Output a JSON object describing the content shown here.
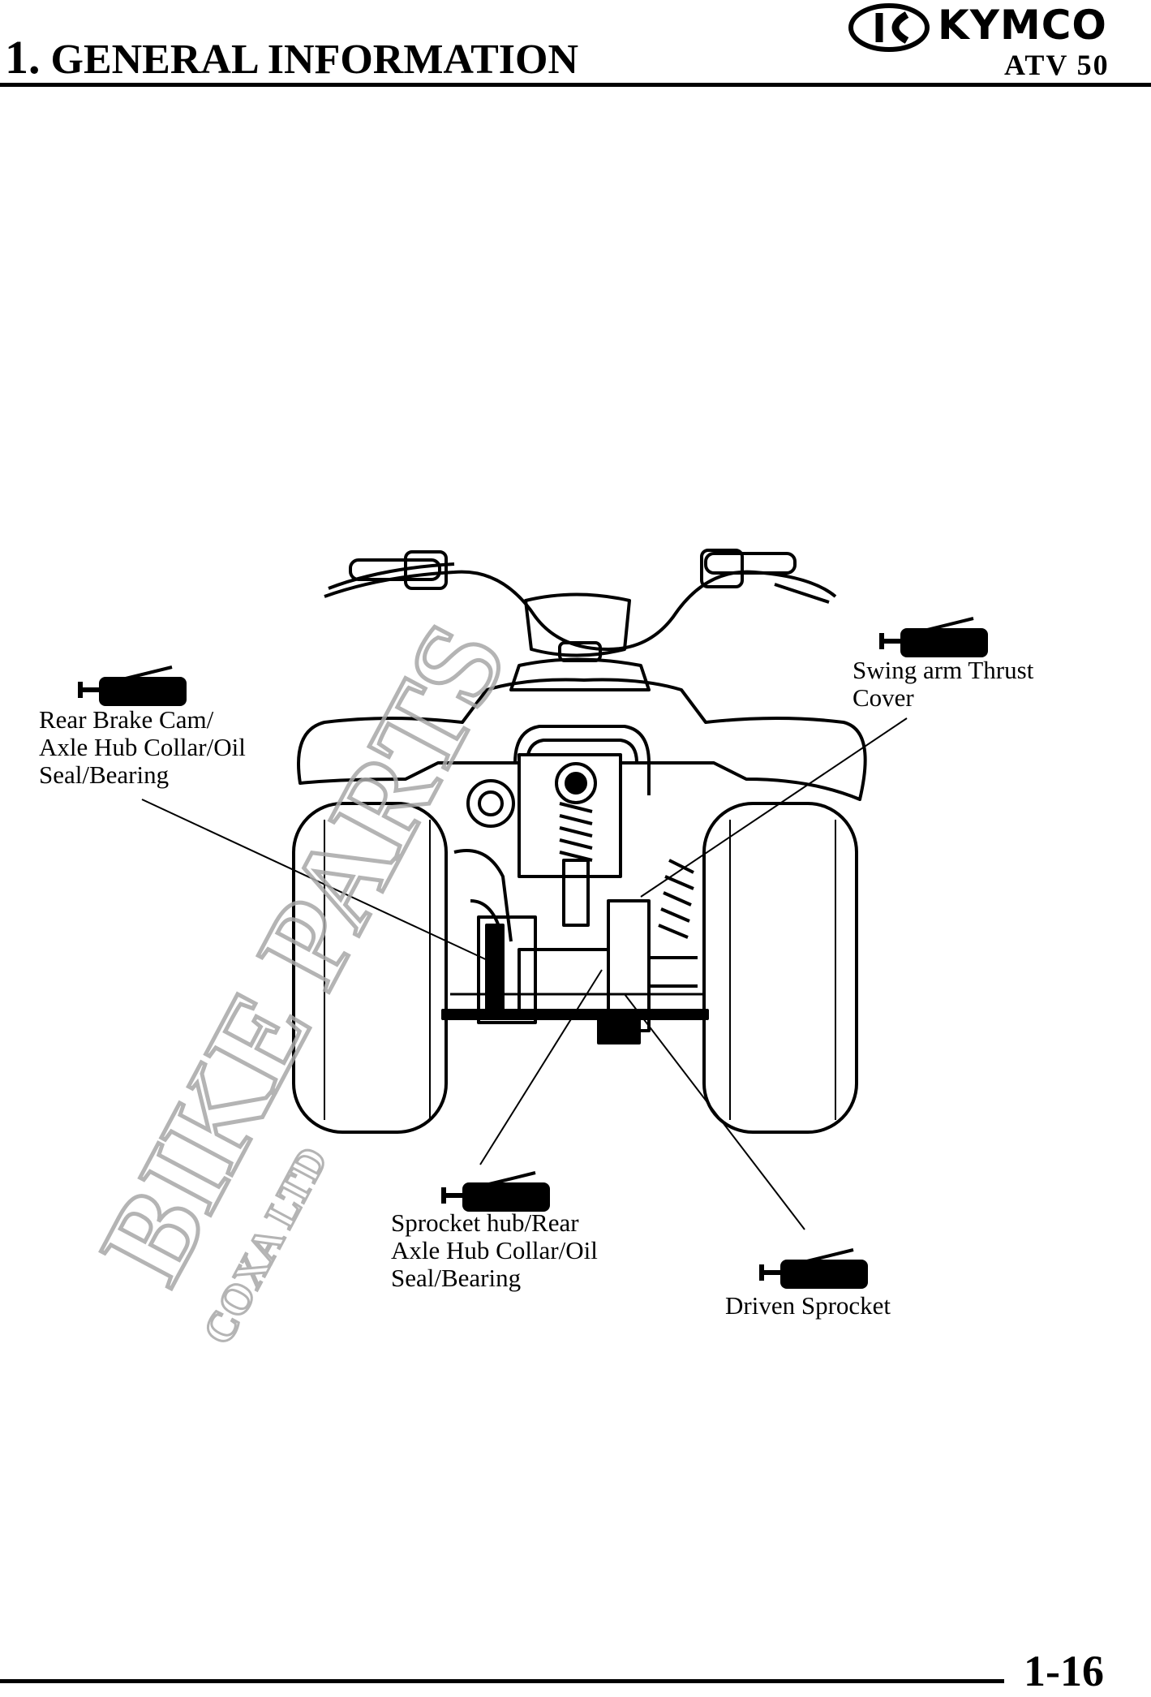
{
  "header": {
    "section_number": "1.",
    "section_title": "GENERAL INFORMATION",
    "brand": "KYMCO",
    "model": "ATV 50"
  },
  "callouts": {
    "rear_brake": "Rear Brake Cam/\nAxle Hub Collar/Oil\nSeal/Bearing",
    "swing_arm": "Swing arm Thrust\nCover",
    "sprocket_hub": "Sprocket hub/Rear\nAxle Hub Collar/Oil\nSeal/Bearing",
    "driven_sprocket": "Driven Sprocket"
  },
  "icons": {
    "grease_gun": "grease-gun-icon",
    "logo": "kymco-logo-icon"
  },
  "watermark": {
    "main": "BIKE PARTS",
    "sub": "COXA LTD"
  },
  "footer": {
    "page_number": "1-16"
  }
}
